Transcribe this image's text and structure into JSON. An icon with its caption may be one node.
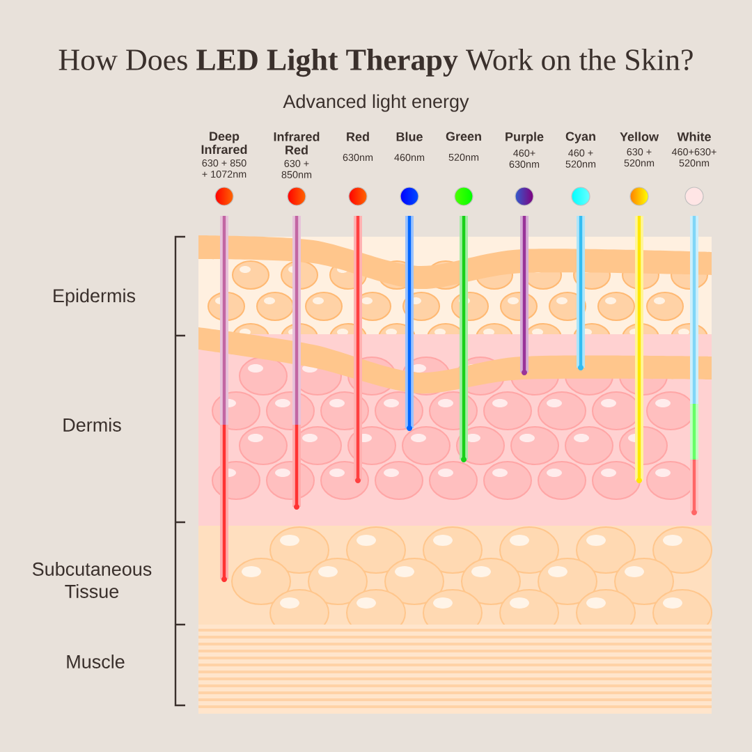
{
  "diagram": {
    "title": "How Does **LED Light Therapy** Work on the Skin?",
    "nodes": [
      {
        "text": [
          "Deep Infrared",
          "630 + 850 + 1072nm"
        ]
      },
      {
        "text": [
          "Infrared Red",
          "630 + 850nm"
        ]
      },
      {
        "text": [
          "Red",
          "630nm"
        ]
      },
      {
        "text": [
          "Blue",
          "460nm"
        ]
      },
      {
        "text": [
          "Green",
          "520nm"
        ]
      },
      {
        "text": [
          "Purple",
          "460+ 630nm"
        ]
      },
      {
        "text": [
          "Cyan",
          "460 + 520nm"
        ]
      },
      {
        "text": [
          "Yellow",
          "630 + 520nm"
        ]
      },
      {
        "text": [
          "White",
          "460+630+ 520nm"
        ]
      }
    ],
    "labels": [
      "Advanced light energy",
      "Epidermis",
      "Dermis",
      "Subcutaneous Tissue",
      "Muscle"
    ]
  }
}
